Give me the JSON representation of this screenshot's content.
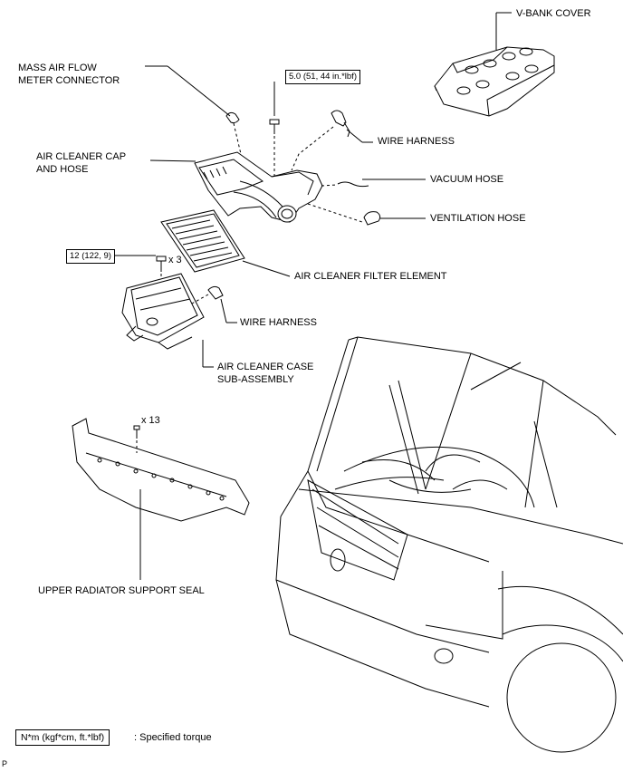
{
  "labels": {
    "v_bank_cover": "V-BANK COVER",
    "maf_connector_line1": "MASS AIR FLOW",
    "maf_connector_line2": "METER CONNECTOR",
    "air_cleaner_cap_line1": "AIR CLEANER CAP",
    "air_cleaner_cap_line2": "AND HOSE",
    "wire_harness_upper": "WIRE HARNESS",
    "vacuum_hose": "VACUUM HOSE",
    "ventilation_hose": "VENTILATION HOSE",
    "filter_element": "AIR CLEANER FILTER ELEMENT",
    "wire_harness_lower": "WIRE HARNESS",
    "case_line1": "AIR CLEANER CASE",
    "case_line2": "SUB-ASSEMBLY",
    "radiator_seal": "UPPER RADIATOR SUPPORT SEAL"
  },
  "torques": {
    "cap_bolt": "5.0 (51, 44 in.*lbf)",
    "case_bolt": "12 (122, 9)"
  },
  "quantities": {
    "case_bolts": "x 3",
    "seal_clips": "x 13"
  },
  "legend": {
    "box": "N*m (kgf*cm, ft.*lbf)",
    "text": ": Specified torque"
  },
  "corner_mark": "P"
}
